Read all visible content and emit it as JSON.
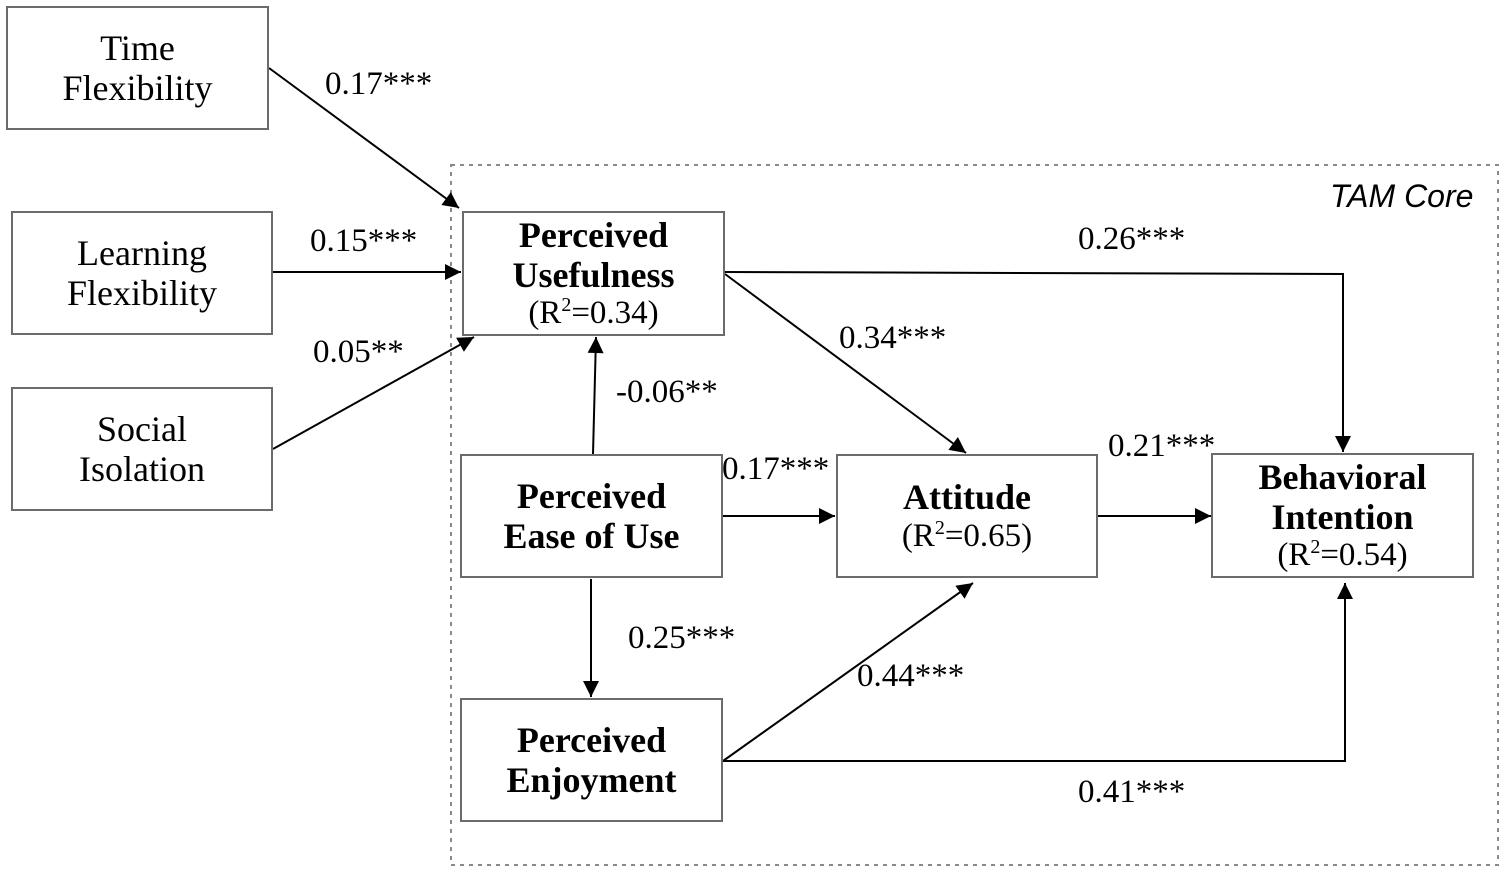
{
  "region": {
    "label": "TAM Core"
  },
  "nodes": {
    "time_flexibility": {
      "lines": [
        "Time",
        "Flexibility"
      ]
    },
    "learning_flexibility": {
      "lines": [
        "Learning",
        "Flexibility"
      ]
    },
    "social_isolation": {
      "lines": [
        "Social",
        "Isolation"
      ]
    },
    "perceived_usefulness": {
      "lines": [
        "Perceived",
        "Usefulness"
      ],
      "r2_prefix": "(R",
      "r2_sup": "2",
      "r2_value": "=0.34)"
    },
    "perceived_ease_of_use": {
      "lines": [
        "Perceived",
        "Ease of Use"
      ]
    },
    "attitude": {
      "lines": [
        "Attitude"
      ],
      "r2_prefix": "(R",
      "r2_sup": "2",
      "r2_value": "=0.65)"
    },
    "behavioral_intention": {
      "lines": [
        "Behavioral",
        "Intention"
      ],
      "r2_prefix": "(R",
      "r2_sup": "2",
      "r2_value": "=0.54)"
    },
    "perceived_enjoyment": {
      "lines": [
        "Perceived",
        "Enjoyment"
      ]
    }
  },
  "edges": [
    {
      "from": "Time Flexibility",
      "to": "Perceived Usefulness",
      "label": "0.17***"
    },
    {
      "from": "Learning Flexibility",
      "to": "Perceived Usefulness",
      "label": "0.15***"
    },
    {
      "from": "Social Isolation",
      "to": "Perceived Usefulness",
      "label": "0.05**"
    },
    {
      "from": "Perceived Usefulness",
      "to": "Behavioral Intention",
      "label": "0.26***"
    },
    {
      "from": "Perceived Usefulness",
      "to": "Attitude",
      "label": "0.34***"
    },
    {
      "from": "Perceived Ease of Use",
      "to": "Perceived Usefulness",
      "label": "-0.06**"
    },
    {
      "from": "Perceived Ease of Use",
      "to": "Attitude",
      "label": "0.17***"
    },
    {
      "from": "Attitude",
      "to": "Behavioral Intention",
      "label": "0.21***"
    },
    {
      "from": "Perceived Ease of Use",
      "to": "Perceived Enjoyment",
      "label": "0.25***"
    },
    {
      "from": "Perceived Enjoyment",
      "to": "Attitude",
      "label": "0.44***"
    },
    {
      "from": "Perceived Enjoyment",
      "to": "Behavioral Intention",
      "label": "0.41***"
    }
  ],
  "colors": {
    "box_border": "#6b6b6b",
    "line": "#000000",
    "region_border": "#8a8a8a"
  }
}
